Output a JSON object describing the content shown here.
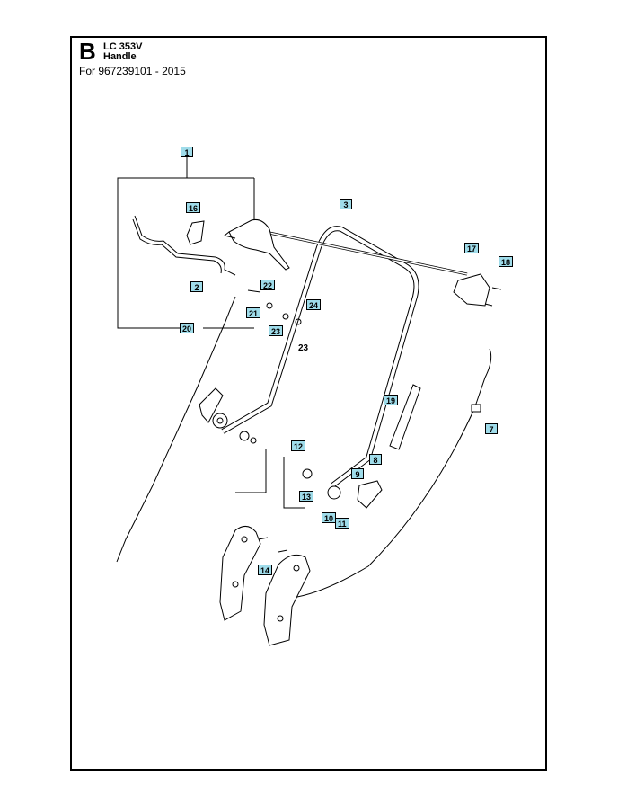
{
  "header": {
    "section_letter": "B",
    "model": "LC 353V",
    "name": "Handle",
    "for_line": "For 967239101 - 2015"
  },
  "callouts": [
    "1",
    "2",
    "3",
    "7",
    "8",
    "9",
    "10",
    "11",
    "12",
    "13",
    "14",
    "16",
    "17",
    "18",
    "19",
    "20",
    "21",
    "22",
    "23",
    "24"
  ],
  "colors": {
    "callout_fill": "#9fdcea",
    "line": "#000000"
  }
}
